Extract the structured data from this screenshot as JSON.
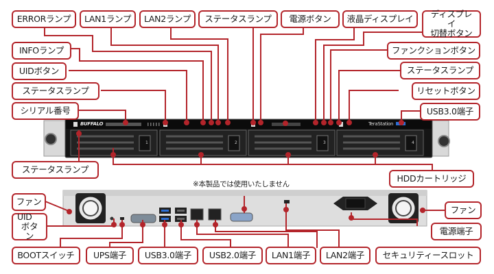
{
  "title": "TeraStation front/rear panel diagram",
  "colors": {
    "accent": "#b3242a",
    "panel_front": "#111111",
    "panel_rear": "#dcdcdc"
  },
  "front": {
    "brand": "BUFFALO",
    "model": "TeraStation",
    "drive_bays": [
      "1",
      "2",
      "3",
      "4"
    ],
    "labels": {
      "error_lamp": "ERRORランプ",
      "lan1_lamp": "LAN1ランプ",
      "lan2_lamp": "LAN2ランプ",
      "status_lamp_top": "ステータスランプ",
      "power_button": "電源ボタン",
      "lcd_display": "液晶ディスプレイ",
      "display_switch_button_l1": "ディスプレイ",
      "display_switch_button_l2": "切替ボタン",
      "info_lamp": "INFOランプ",
      "uid_button": "UIDボタン",
      "status_lamp_left": "ステータスランプ",
      "serial_number": "シリアル番号",
      "function_button": "ファンクションボタン",
      "status_lamp_right": "ステータスランプ",
      "reset_button": "リセットボタン",
      "usb30_port": "USB3.0端子",
      "status_lamp_bottom": "ステータスランプ",
      "hdd_cartridge": "HDDカートリッジ"
    }
  },
  "rear": {
    "note": "※本製品では使用いたしません",
    "labels": {
      "fan_left": "ファン",
      "uid_button_l1": "UID",
      "uid_button_l2": "ボタン",
      "boot_switch": "BOOTスイッチ",
      "ups_port": "UPS端子",
      "usb30_port": "USB3.0端子",
      "usb20_port": "USB2.0端子",
      "lan1_port": "LAN1端子",
      "lan2_port": "LAN2端子",
      "security_slot": "セキュリティースロット",
      "fan_right": "ファン",
      "power_port": "電源端子"
    }
  }
}
